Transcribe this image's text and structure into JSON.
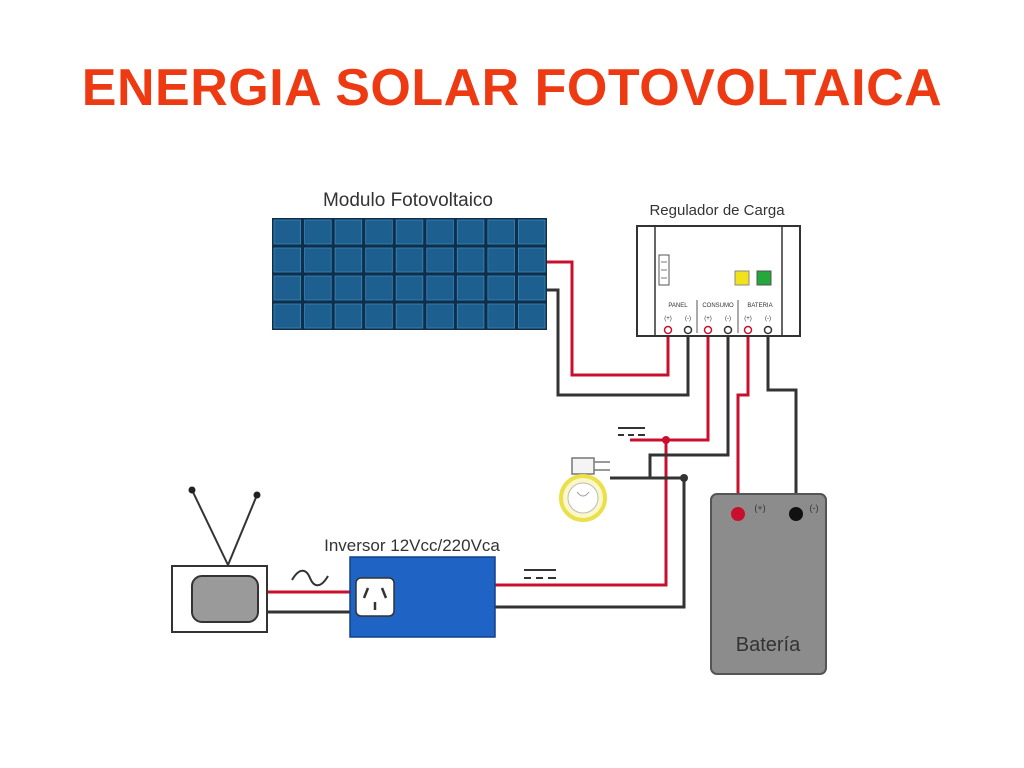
{
  "title": "ENERGIA SOLAR FOTOVOLTAICA",
  "colors": {
    "title": "#ee3a12",
    "wire_positive": "#c8102e",
    "wire_negative": "#333333",
    "panel_cell": "#1d5f8f",
    "panel_frame": "#0e2f4a",
    "inverter": "#1f63c4",
    "battery": "#8c8c8c",
    "indicator_yellow": "#f2e21c",
    "indicator_green": "#25a83a"
  },
  "diagram": {
    "panel_label": "Modulo Fotovoltaico",
    "regulator_label": "Regulador de Carga",
    "regulator_terminals": {
      "panel": "PANEL",
      "consumo": "CONSUMO",
      "bateria": "BATERIA",
      "plus": "(+)",
      "minus": "(-)"
    },
    "inverter_label": "Inversor 12Vcc/220Vca",
    "battery_label": "Batería",
    "battery_plus": "(+)",
    "battery_minus": "(-)",
    "icons": [
      "solar-panel-icon",
      "charge-regulator-icon",
      "light-bulb-icon",
      "television-icon",
      "inverter-icon",
      "battery-icon",
      "ac-wave-icon",
      "dc-symbol-icon"
    ]
  }
}
